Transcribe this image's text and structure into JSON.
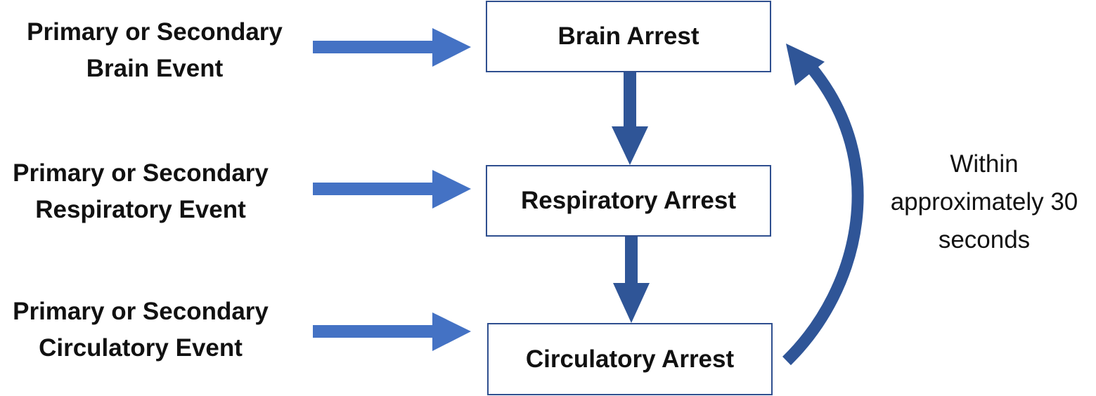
{
  "events": [
    {
      "line1": "Primary or Secondary",
      "line2": "Brain Event"
    },
    {
      "line1": "Primary or Secondary",
      "line2": "Respiratory Event"
    },
    {
      "line1": "Primary or Secondary",
      "line2": "Circulatory Event"
    }
  ],
  "stages": [
    {
      "label": "Brain Arrest"
    },
    {
      "label": "Respiratory Arrest"
    },
    {
      "label": "Circulatory Arrest"
    }
  ],
  "feedback_note": {
    "line1": "Within",
    "line2": "approximately 30",
    "line3": "seconds"
  },
  "colors": {
    "event_arrow": "#4472c4",
    "flow_arrow": "#2f5597",
    "box_border": "#2f4f8f"
  }
}
